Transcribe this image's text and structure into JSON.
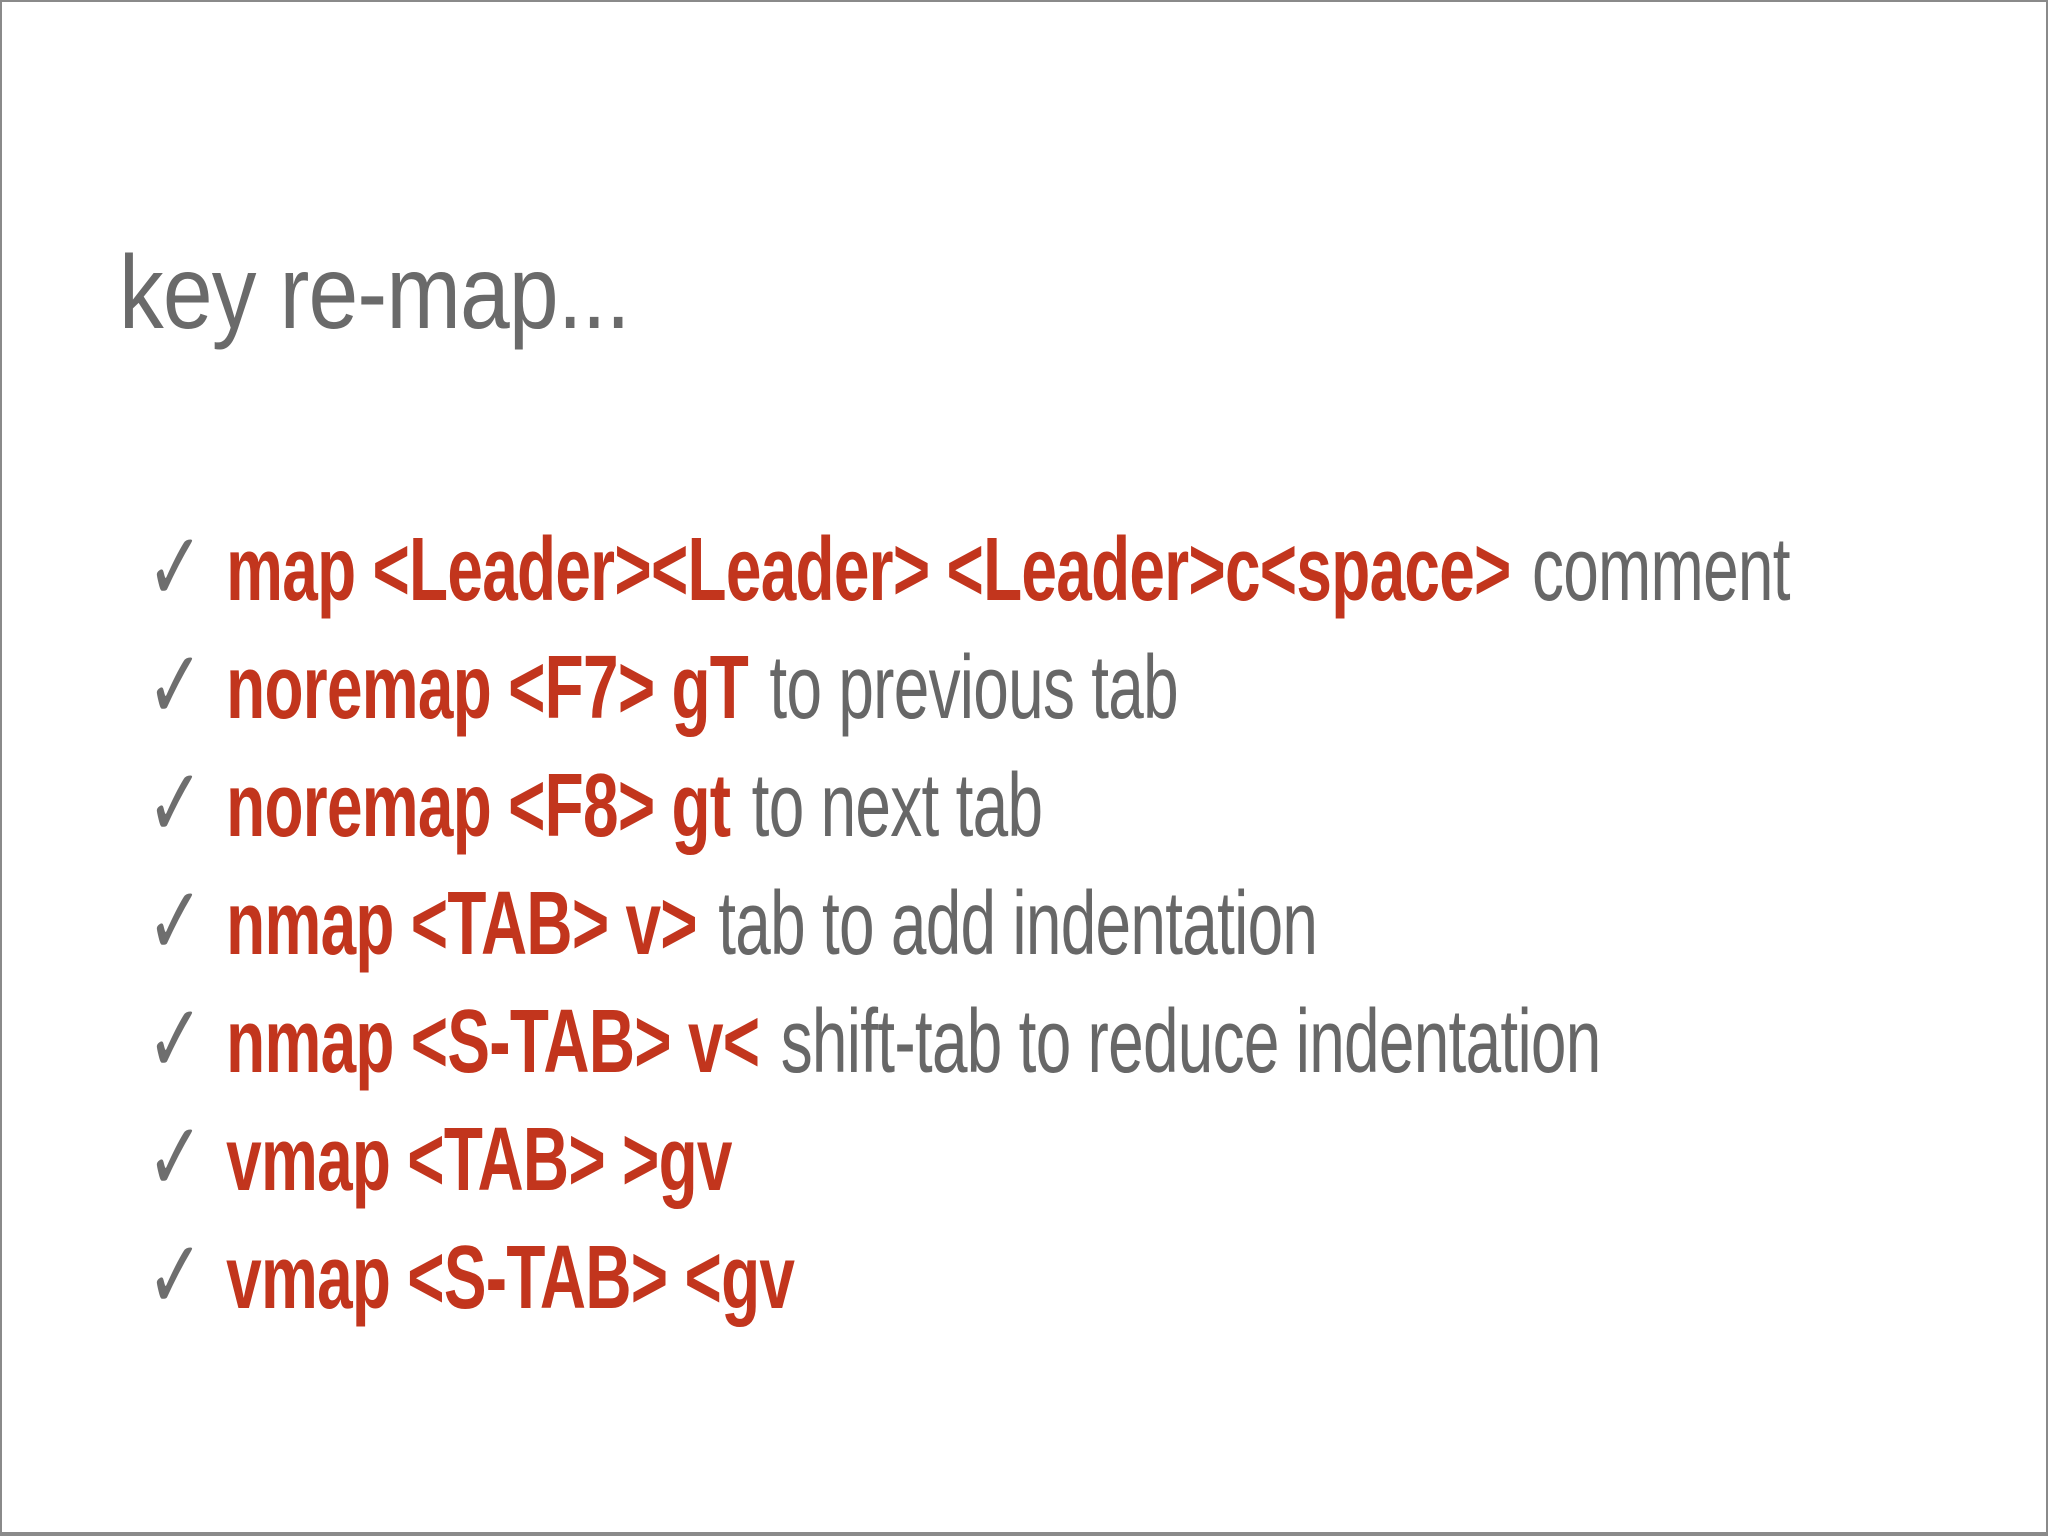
{
  "slide": {
    "title": "key re-map...",
    "check_glyph": "✓",
    "colors": {
      "command_red": "#c2351d",
      "body_gray": "#676767",
      "title_gray": "#6a6a6a",
      "check_gray": "#6e6e6e",
      "frame_gray": "#8a8a8a",
      "background": "#ffffff"
    },
    "items": [
      {
        "command": "map <Leader><Leader> <Leader>c<space>",
        "description": "comment"
      },
      {
        "command": "noremap <F7> gT",
        "description": "to previous tab"
      },
      {
        "command": "noremap <F8> gt",
        "description": "to next tab"
      },
      {
        "command": "nmap <TAB> v>",
        "description": "tab to add indentation"
      },
      {
        "command": "nmap <S-TAB> v<",
        "description": "shift-tab to reduce indentation"
      },
      {
        "command": "vmap <TAB> >gv",
        "description": ""
      },
      {
        "command": "vmap <S-TAB> <gv",
        "description": ""
      }
    ]
  }
}
